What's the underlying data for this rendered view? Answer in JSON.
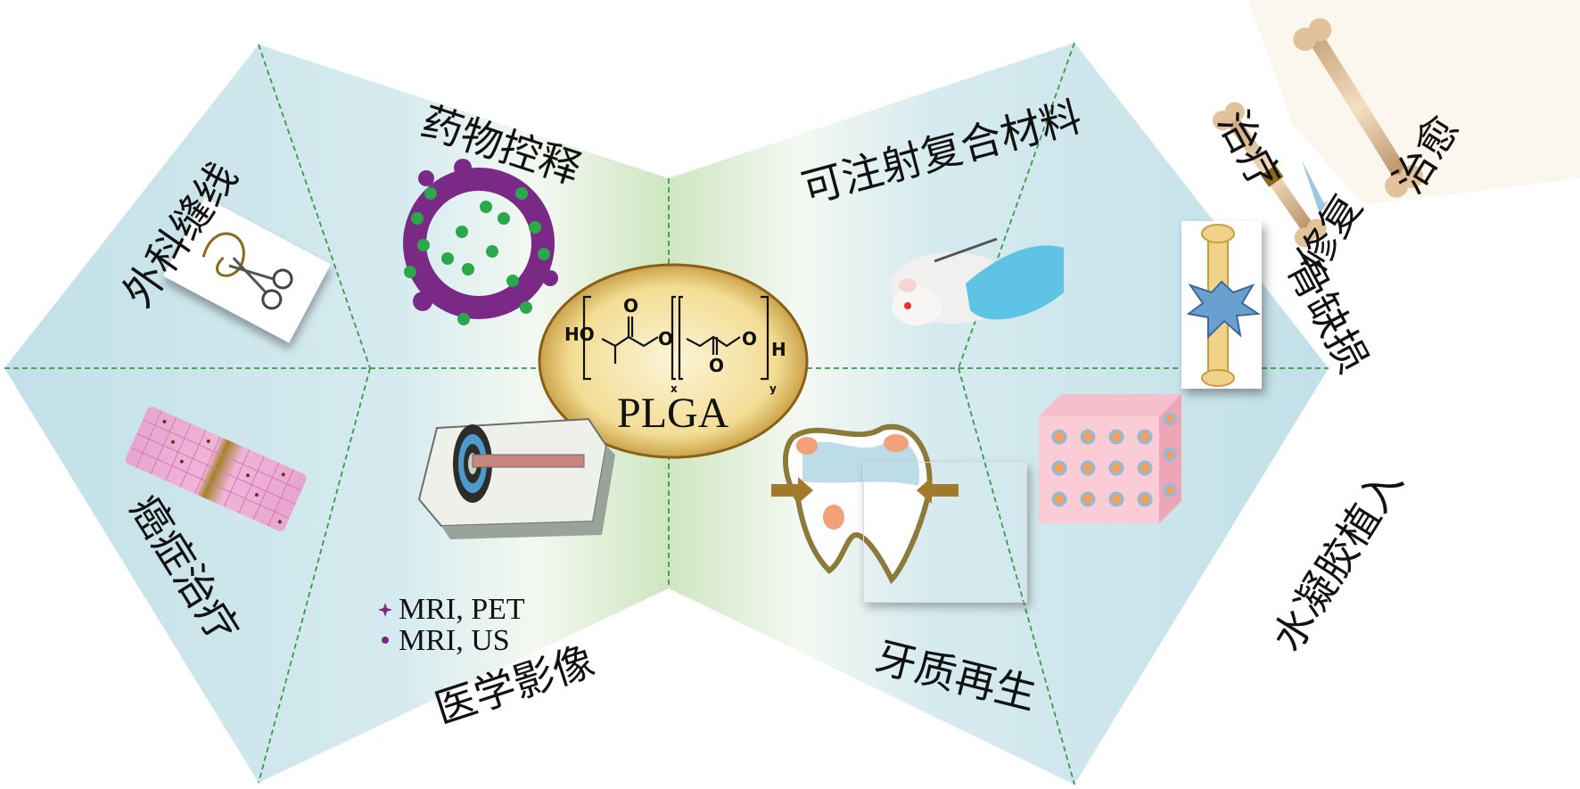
{
  "center": {
    "name": "PLGA",
    "formula": {
      "ho": "HO",
      "o1": "O",
      "o2": "O",
      "o3": "O",
      "o4": "O",
      "h": "H",
      "x": "x",
      "y": "y"
    }
  },
  "sections": {
    "suture": "外科缝线",
    "drug_release": "药物控释",
    "injectable": "可注射复合材料",
    "cancer": "癌症治疗",
    "imaging": "医学影像",
    "dental": "牙质再生",
    "hydrogel": "水凝胶植入",
    "bone_defect": "骨缺损",
    "treatment": "治疗",
    "repair": "修复",
    "healing": "治愈"
  },
  "imaging_legend": [
    "MRI, PET",
    "MRI, US"
  ],
  "colors": {
    "panel": "#c6e3ea",
    "center_green": "#d6eac6",
    "divider": "#3a9a4a",
    "ellipse_gold": "#e8c66a",
    "purple": "#7a2a86",
    "dot_green": "#2aa84a"
  }
}
